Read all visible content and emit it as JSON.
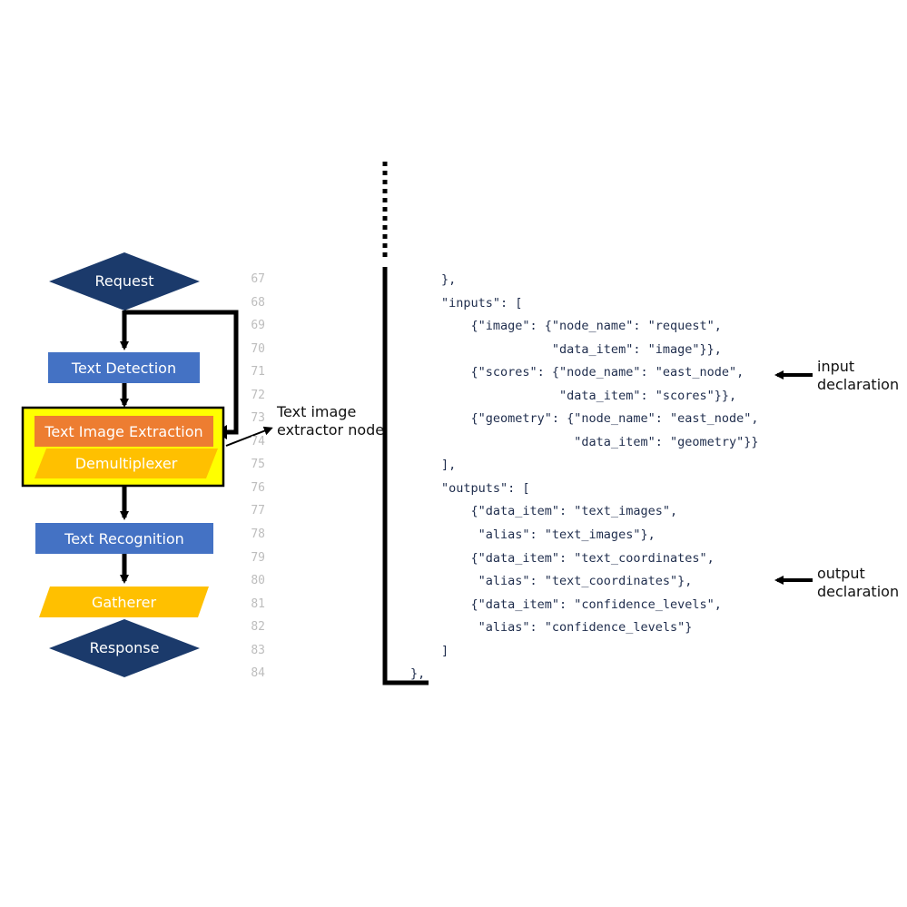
{
  "flowchart": {
    "nodes": [
      {
        "id": "request",
        "label": "Request",
        "shape": "diamond",
        "color": "#1b3a6b"
      },
      {
        "id": "text_detection",
        "label": "Text Detection",
        "shape": "rect",
        "color": "#4472c4"
      },
      {
        "id": "text_image_extraction",
        "label": "Text Image Extraction",
        "shape": "rect",
        "color": "#ed7d31"
      },
      {
        "id": "demultiplexer",
        "label": "Demultiplexer",
        "shape": "parallelogram",
        "color": "#ffc000"
      },
      {
        "id": "text_recognition",
        "label": "Text Recognition",
        "shape": "rect",
        "color": "#4472c4"
      },
      {
        "id": "gatherer",
        "label": "Gatherer",
        "shape": "parallelogram",
        "color": "#ffc000"
      },
      {
        "id": "response",
        "label": "Response",
        "shape": "diamond",
        "color": "#1b3a6b"
      }
    ],
    "highlight_color": "#ffff00",
    "callout": {
      "line1": "Text image",
      "line2": "extractor node"
    }
  },
  "code": {
    "lines": [
      {
        "n": "67",
        "text": "},"
      },
      {
        "n": "68",
        "text": "\"inputs\": ["
      },
      {
        "n": "69",
        "text": "    {\"image\": {\"node_name\": \"request\","
      },
      {
        "n": "70",
        "text": "               \"data_item\": \"image\"}},"
      },
      {
        "n": "71",
        "text": "    {\"scores\": {\"node_name\": \"east_node\","
      },
      {
        "n": "72",
        "text": "                \"data_item\": \"scores\"}},"
      },
      {
        "n": "73",
        "text": "    {\"geometry\": {\"node_name\": \"east_node\","
      },
      {
        "n": "74",
        "text": "                  \"data_item\": \"geometry\"}}"
      },
      {
        "n": "75",
        "text": "],"
      },
      {
        "n": "76",
        "text": "\"outputs\": ["
      },
      {
        "n": "77",
        "text": "    {\"data_item\": \"text_images\","
      },
      {
        "n": "78",
        "text": "     \"alias\": \"text_images\"},"
      },
      {
        "n": "79",
        "text": "    {\"data_item\": \"text_coordinates\","
      },
      {
        "n": "80",
        "text": "     \"alias\": \"text_coordinates\"},"
      },
      {
        "n": "81",
        "text": "    {\"data_item\": \"confidence_levels\","
      },
      {
        "n": "82",
        "text": "     \"alias\": \"confidence_levels\"}"
      },
      {
        "n": "83",
        "text": "]"
      },
      {
        "n": "84",
        "text": "},"
      }
    ]
  },
  "annotations": {
    "input": {
      "line1": "input",
      "line2": "declaration"
    },
    "output": {
      "line1": "output",
      "line2": "declaration"
    }
  }
}
